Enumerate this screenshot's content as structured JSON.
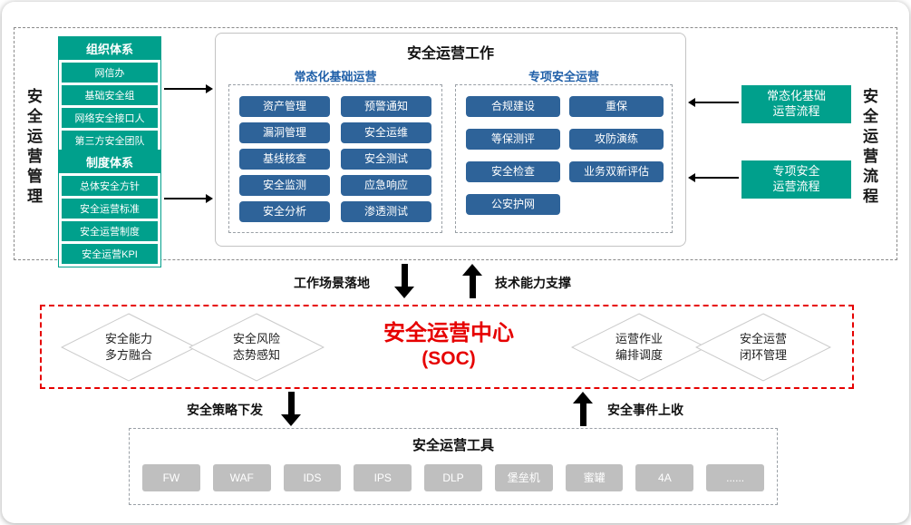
{
  "colors": {
    "teal": "#00A08C",
    "blue-btn": "#2E6399",
    "blue-text": "#1F5FA8",
    "red": "#E60000",
    "gray-btn": "#BFBFBF",
    "arrow": "#000000"
  },
  "top": {
    "left_vertical_label": "安全运营管理",
    "right_vertical_label": "安全运营流程",
    "org_system": {
      "title": "组织体系",
      "items": [
        "网信办",
        "基础安全组",
        "网络安全接口人",
        "第三方安全团队"
      ]
    },
    "policy_system": {
      "title": "制度体系",
      "items": [
        "总体安全方针",
        "安全运营标准",
        "安全运营制度",
        "安全运营KPI"
      ]
    },
    "work_box": {
      "title": "安全运营工作",
      "normal_ops": {
        "title": "常态化基础运营",
        "rows": [
          [
            "资产管理",
            "预警通知"
          ],
          [
            "漏洞管理",
            "安全运维"
          ],
          [
            "基线核查",
            "安全测试"
          ],
          [
            "安全监测",
            "应急响应"
          ],
          [
            "安全分析",
            "渗透测试"
          ]
        ]
      },
      "special_ops": {
        "title": "专项安全运营",
        "rows": [
          [
            "合规建设",
            "重保"
          ],
          [
            "等保测评",
            "攻防演练"
          ],
          [
            "安全检查",
            "业务双新评估"
          ],
          [
            "公安护网"
          ]
        ]
      }
    },
    "flow_boxes": [
      {
        "lines": [
          "常态化基础",
          "运营流程"
        ]
      },
      {
        "lines": [
          "专项安全",
          "运营流程"
        ]
      }
    ]
  },
  "middle": {
    "left_arrow_label": "工作场景落地",
    "right_arrow_label": "技术能力支撑"
  },
  "soc": {
    "title_line1": "安全运营中心",
    "title_line2": "(SOC)",
    "diamonds": [
      {
        "lines": [
          "安全能力",
          "多方融合"
        ]
      },
      {
        "lines": [
          "安全风险",
          "态势感知"
        ]
      },
      {
        "lines": [
          "运营作业",
          "编排调度"
        ]
      },
      {
        "lines": [
          "安全运营",
          "闭环管理"
        ]
      }
    ]
  },
  "lower": {
    "left_arrow_label": "安全策略下发",
    "right_arrow_label": "安全事件上收"
  },
  "tools": {
    "title": "安全运营工具",
    "items": [
      "FW",
      "WAF",
      "IDS",
      "IPS",
      "DLP",
      "堡垒机",
      "蜜罐",
      "4A",
      "......"
    ]
  }
}
